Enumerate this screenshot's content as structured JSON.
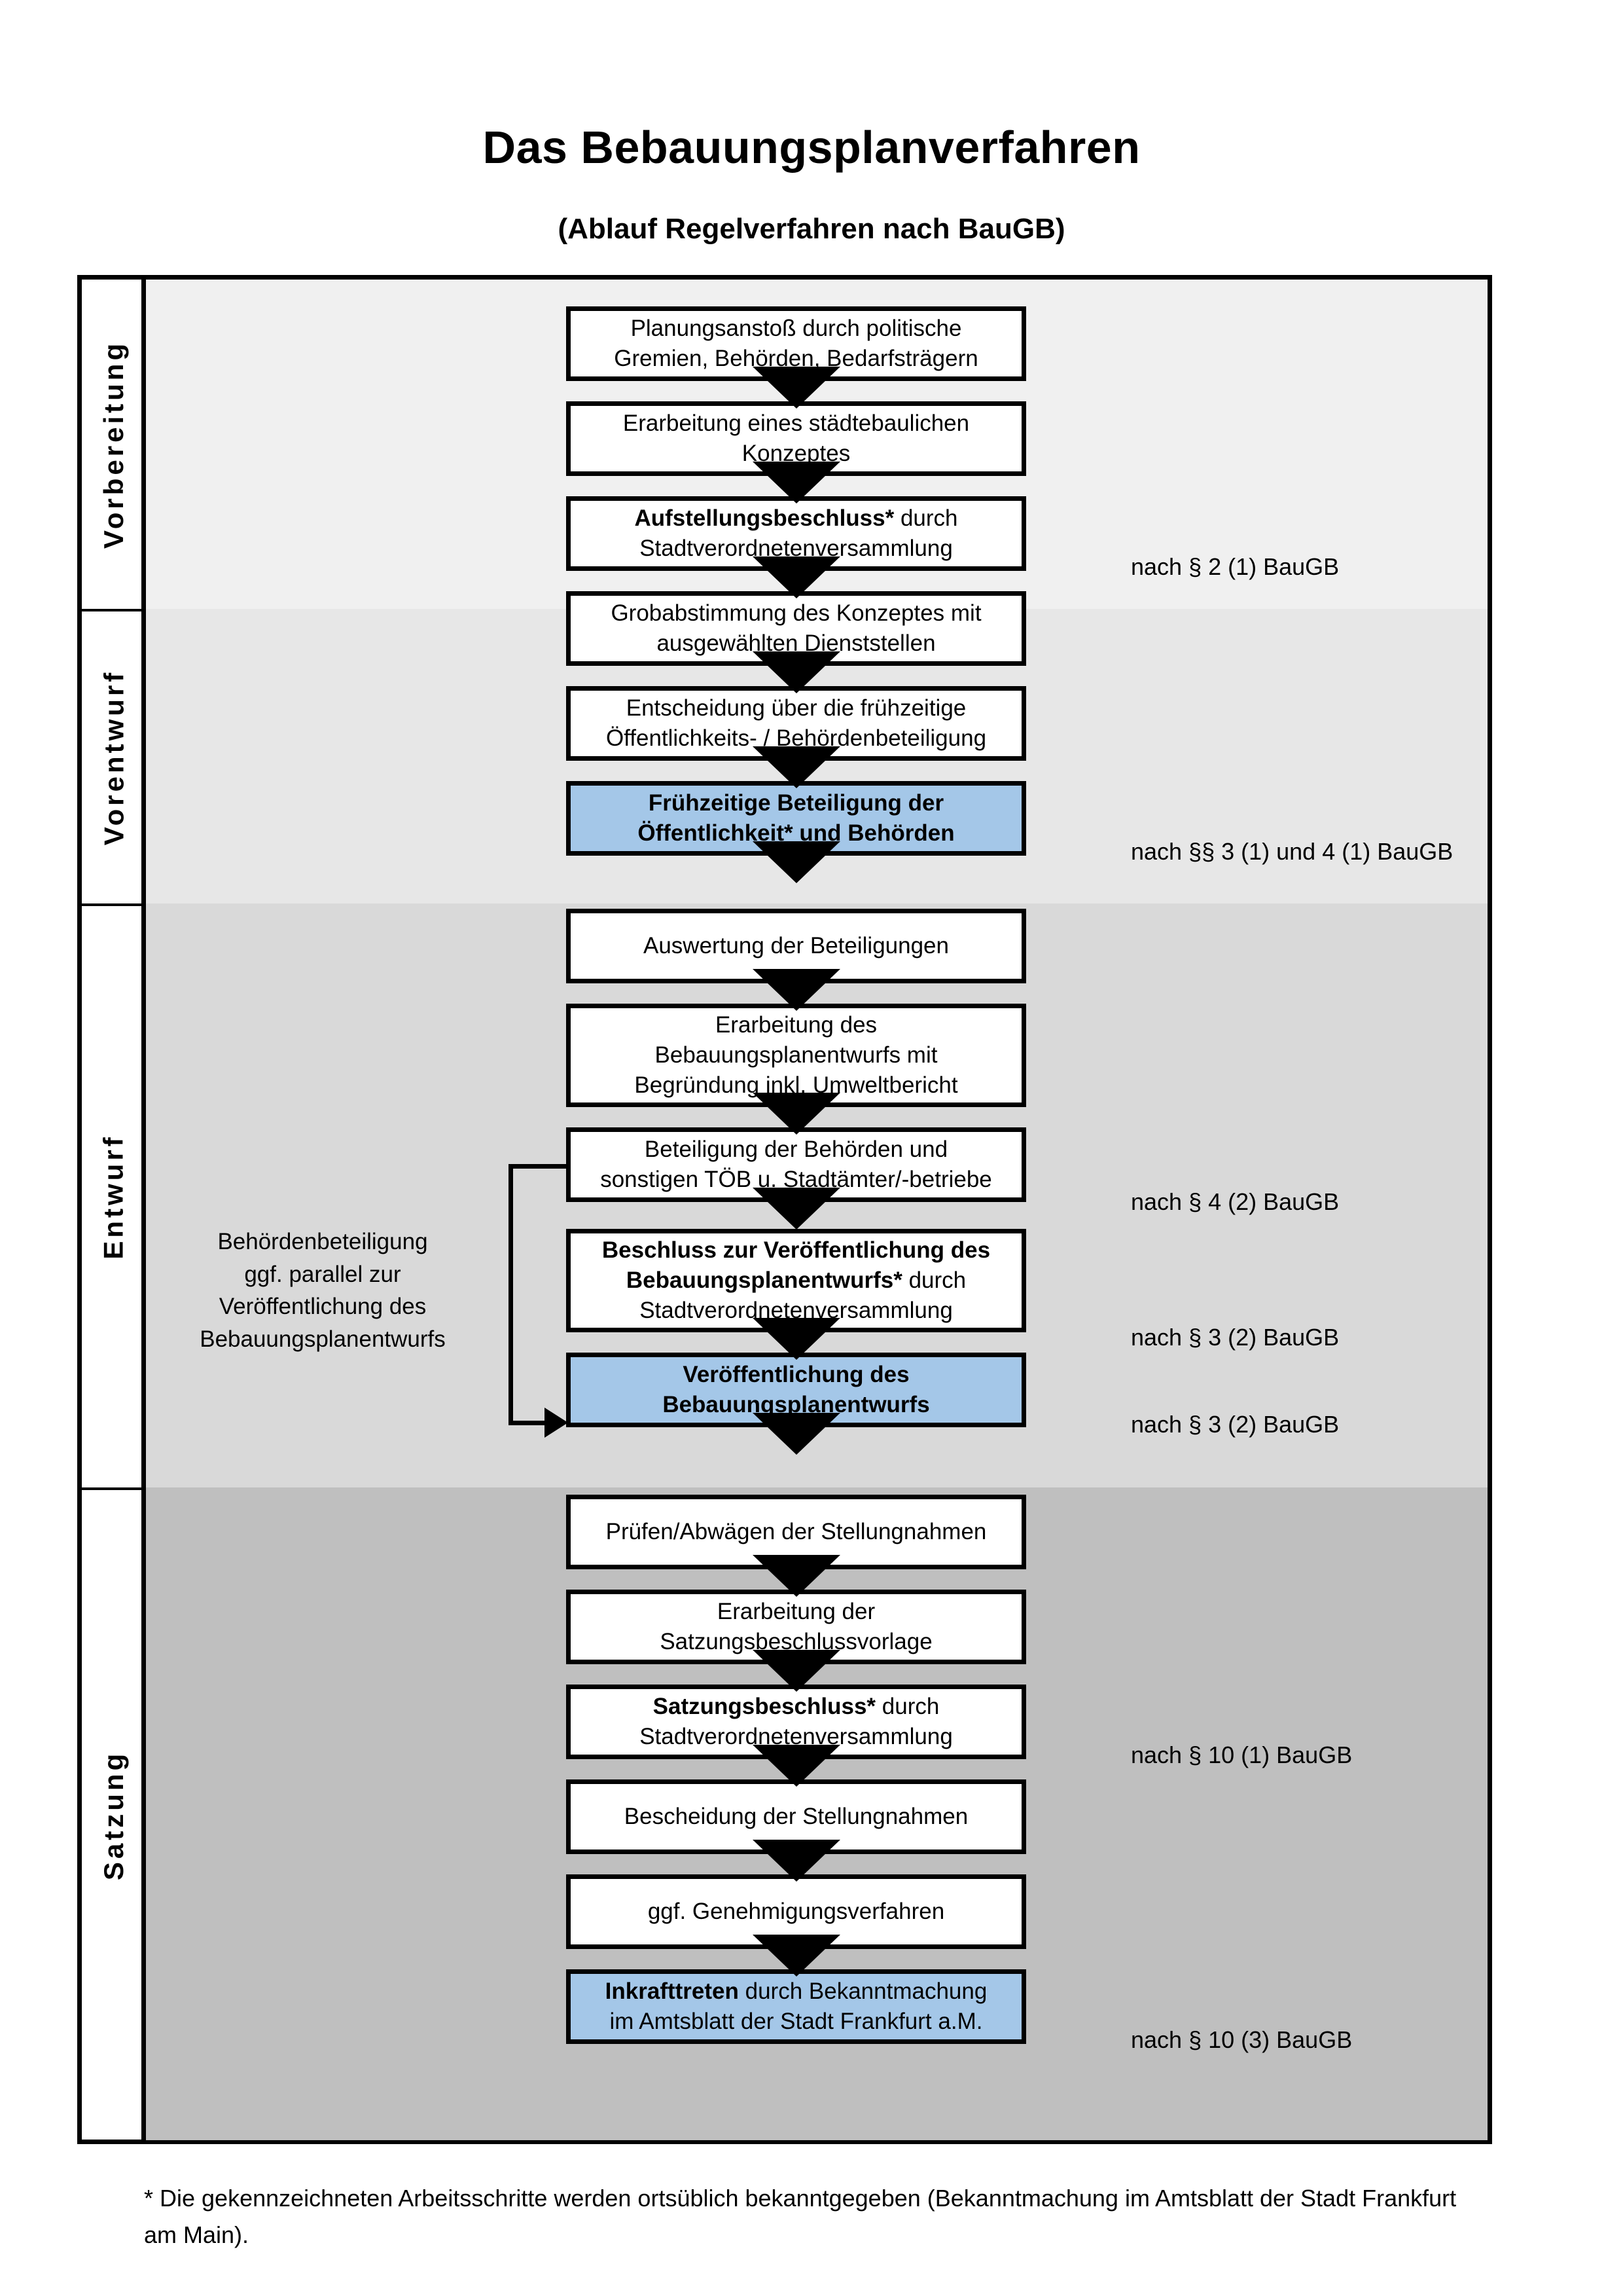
{
  "header": {
    "title": "Das Bebauungsplanverfahren",
    "subtitle": "(Ablauf Regelverfahren nach BauGB)"
  },
  "colors": {
    "highlight_box": "#a4c7e8",
    "band_vorbereitung": "#f0f0f0",
    "band_vorentwurf": "#e7e7e7",
    "band_entwurf": "#d9d9d9",
    "band_satzung": "#bfbfbf",
    "outline": "#000000"
  },
  "stages": [
    {
      "label": "Vorbereitung"
    },
    {
      "label": "Vorentwurf"
    },
    {
      "label": "Entwurf"
    },
    {
      "label": "Satzung"
    }
  ],
  "steps": [
    {
      "id": "planungsanstoss",
      "stage": "Vorbereitung",
      "highlight": false,
      "lines": [
        {
          "text": "Planungsanstoß durch politische",
          "bold": false
        },
        {
          "text": "Gremien, Behörden, Bedarfsträgern",
          "bold": false
        }
      ]
    },
    {
      "id": "staedtebauliches-konzept",
      "stage": "Vorbereitung",
      "highlight": false,
      "lines": [
        {
          "text": "Erarbeitung eines städtebaulichen",
          "bold": false
        },
        {
          "text": "Konzeptes",
          "bold": false
        }
      ]
    },
    {
      "id": "aufstellungsbeschluss",
      "stage": "Vorbereitung",
      "highlight": false,
      "lines": [
        {
          "text": "Aufstellungsbeschluss*",
          "bold": true,
          "suffix": " durch"
        },
        {
          "text": "Stadtverordnetenversammlung",
          "bold": false
        }
      ]
    },
    {
      "id": "grobabstimmung",
      "stage": "Vorentwurf",
      "highlight": false,
      "lines": [
        {
          "text": "Grobabstimmung des Konzeptes mit",
          "bold": false
        },
        {
          "text": "ausgewählten Dienststellen",
          "bold": false
        }
      ]
    },
    {
      "id": "entscheidung-fruehzeitige-beteiligung",
      "stage": "Vorentwurf",
      "highlight": false,
      "lines": [
        {
          "text": "Entscheidung über die frühzeitige",
          "bold": false
        },
        {
          "text": "Öffentlichkeits- / Behördenbeteiligung",
          "bold": false
        }
      ]
    },
    {
      "id": "fruehzeitige-beteiligung",
      "stage": "Vorentwurf",
      "highlight": true,
      "lines": [
        {
          "text": "Frühzeitige Beteiligung der",
          "bold": true
        },
        {
          "text": "Öffentlichkeit* und Behörden",
          "bold": true
        }
      ]
    },
    {
      "id": "auswertung-beteiligungen",
      "stage": "Entwurf",
      "highlight": false,
      "lines": [
        {
          "text": "Auswertung der Beteiligungen",
          "bold": false
        }
      ]
    },
    {
      "id": "erarbeitung-bebauungsplanentwurf",
      "stage": "Entwurf",
      "highlight": false,
      "lines": [
        {
          "text": "Erarbeitung des",
          "bold": false
        },
        {
          "text": "Bebauungsplanentwurfs mit",
          "bold": false
        },
        {
          "text": "Begründung inkl. Umweltbericht",
          "bold": false
        }
      ]
    },
    {
      "id": "beteiligung-behoerden-toeb",
      "stage": "Entwurf",
      "highlight": false,
      "lines": [
        {
          "text": "Beteiligung der Behörden und",
          "bold": false
        },
        {
          "text": "sonstigen TÖB u. Stadtämter/-betriebe",
          "bold": false
        }
      ]
    },
    {
      "id": "beschluss-veroeffentlichung",
      "stage": "Entwurf",
      "highlight": false,
      "lines": [
        {
          "text": "Beschluss zur Veröffentlichung des",
          "bold": true
        },
        {
          "text": "Bebauungsplanentwurfs*",
          "bold": true,
          "suffix": " durch"
        },
        {
          "text": "Stadtverordnetenversammlung",
          "bold": false
        }
      ]
    },
    {
      "id": "veroeffentlichung-entwurf",
      "stage": "Entwurf",
      "highlight": true,
      "lines": [
        {
          "text": "Veröffentlichung des",
          "bold": true
        },
        {
          "text": "Bebauungsplanentwurfs",
          "bold": true
        }
      ]
    },
    {
      "id": "pruefen-abwaegen",
      "stage": "Satzung",
      "highlight": false,
      "lines": [
        {
          "text": "Prüfen/Abwägen der Stellungnahmen",
          "bold": false
        }
      ]
    },
    {
      "id": "satzungsbeschlussvorlage",
      "stage": "Satzung",
      "highlight": false,
      "lines": [
        {
          "text": "Erarbeitung der",
          "bold": false
        },
        {
          "text": "Satzungsbeschlussvorlage",
          "bold": false
        }
      ]
    },
    {
      "id": "satzungsbeschluss",
      "stage": "Satzung",
      "highlight": false,
      "lines": [
        {
          "text": "Satzungsbeschluss*",
          "bold": true,
          "suffix": " durch"
        },
        {
          "text": "Stadtverordnetenversammlung",
          "bold": false
        }
      ]
    },
    {
      "id": "bescheidung-stellungnahmen",
      "stage": "Satzung",
      "highlight": false,
      "lines": [
        {
          "text": "Bescheidung der Stellungnahmen",
          "bold": false
        }
      ]
    },
    {
      "id": "genehmigungsverfahren",
      "stage": "Satzung",
      "highlight": false,
      "lines": [
        {
          "text": "ggf. Genehmigungsverfahren",
          "bold": false
        }
      ]
    },
    {
      "id": "inkrafttreten",
      "stage": "Satzung",
      "highlight": true,
      "lines": [
        {
          "text": "Inkrafttreten",
          "bold": true,
          "suffix": " durch Bekanntmachung"
        },
        {
          "text": "im Amtsblatt der Stadt Frankfurt a.M.",
          "bold": false
        }
      ]
    }
  ],
  "legal_references": [
    {
      "id": "ref-aufstellungsbeschluss",
      "text": "nach § 2 (1) BauGB"
    },
    {
      "id": "ref-fruehzeitige-beteiligung",
      "text": "nach §§ 3 (1) und 4 (1) BauGB"
    },
    {
      "id": "ref-beteiligung-behoerden",
      "text": "nach § 4 (2) BauGB"
    },
    {
      "id": "ref-beschluss-veroeffentlichung",
      "text": "nach § 3 (2) BauGB"
    },
    {
      "id": "ref-veroeffentlichung",
      "text": "nach § 3 (2) BauGB"
    },
    {
      "id": "ref-satzungsbeschluss",
      "text": "nach § 10 (1) BauGB"
    },
    {
      "id": "ref-inkrafttreten",
      "text": "nach § 10 (3) BauGB"
    }
  ],
  "side_note": {
    "lines": [
      "Behördenbeteiligung",
      "ggf. parallel zur",
      "Veröffentlichung des",
      "Bebauungsplanentwurfs"
    ]
  },
  "footnote": "* Die gekennzeichneten Arbeitsschritte werden ortsüblich bekanntgegeben (Bekanntmachung im Amtsblatt  der Stadt Frankfurt am Main)."
}
